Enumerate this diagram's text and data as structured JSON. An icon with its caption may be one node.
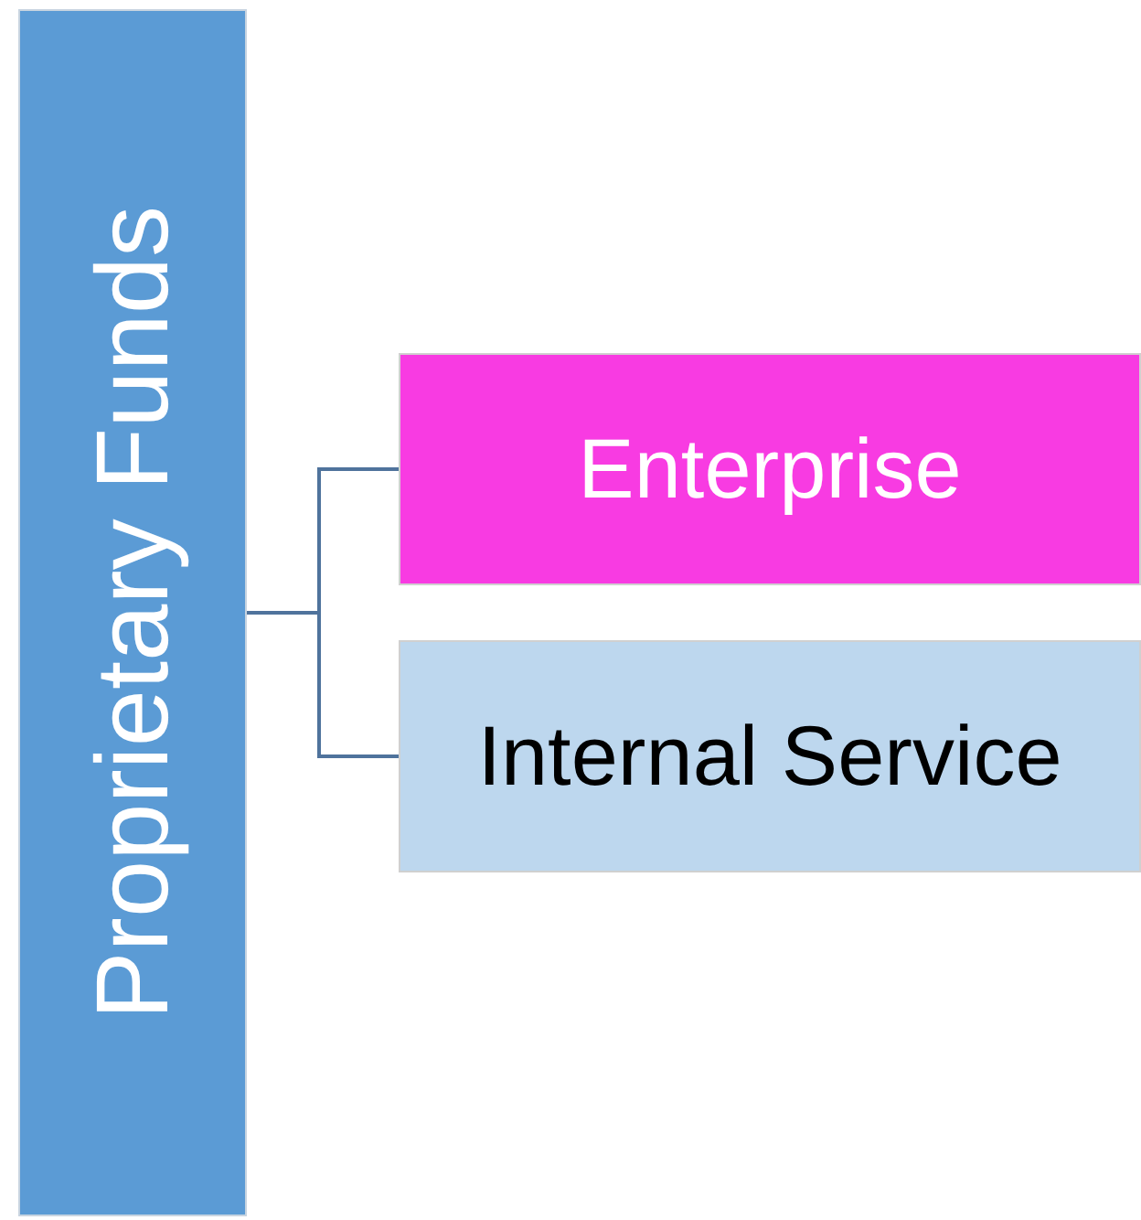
{
  "diagram": {
    "nodes": [
      {
        "text": [
          "Proprietary Funds"
        ]
      },
      {
        "text": [
          "Enterprise"
        ]
      },
      {
        "text": [
          "Internal Service"
        ]
      }
    ],
    "edges": [
      {
        "from": 0,
        "to": 1,
        "arrow": "none"
      },
      {
        "from": 0,
        "to": 2,
        "arrow": "none"
      }
    ]
  }
}
